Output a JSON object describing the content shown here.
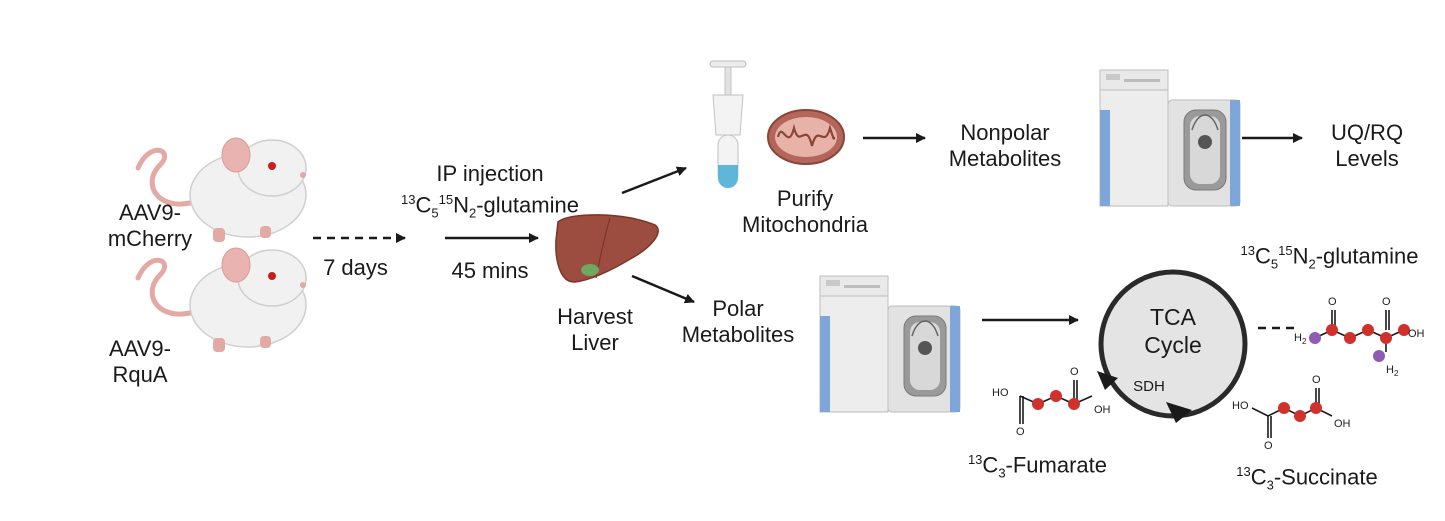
{
  "mice": [
    {
      "line1": "AAV9-",
      "line2": "mCherry"
    },
    {
      "line1": "AAV9-",
      "line2": "RquA"
    }
  ],
  "steps": {
    "wait": "7 days",
    "injection_line1": "IP injection",
    "tracer": {
      "iso1": "13",
      "el1": "C",
      "sub1": "5",
      "iso2": "15",
      "el2": "N",
      "sub2": "2",
      "rest": "-glutamine"
    },
    "duration": "45 mins",
    "harvest_line1": "Harvest",
    "harvest_line2": "Liver",
    "purify_line1": "Purify",
    "purify_line2": "Mitochondria",
    "nonpolar_line1": "Nonpolar",
    "nonpolar_line2": "Metabolites",
    "polar_line1": "Polar",
    "polar_line2": "Metabolites",
    "result_line1": "UQ/RQ",
    "result_line2": "Levels"
  },
  "tca": {
    "line1": "TCA",
    "line2": "Cycle",
    "enzyme": "SDH",
    "glutamine": {
      "iso1": "13",
      "el1": "C",
      "sub1": "5",
      "iso2": "15",
      "el2": "N",
      "sub2": "2",
      "rest": "-glutamine"
    },
    "fumarate": {
      "iso": "13",
      "el": "C",
      "sub": "3",
      "rest": "-Fumarate"
    },
    "succinate": {
      "iso": "13",
      "el": "C",
      "sub": "3",
      "rest": "-Succinate"
    }
  },
  "chem_labels": {
    "o": "O",
    "oh": "OH",
    "ho": "HO",
    "h2": "H",
    "h2_sub": "2"
  },
  "colors": {
    "mouse_body": "#f1f1f1",
    "mouse_tail": "#e3a9a5",
    "mouse_eye": "#c81e1e",
    "liver": "#9c4d3f",
    "mito": "#b5665a",
    "instrument": "#e6e6e6",
    "instrument_accent": "#7fa6d8",
    "carbon_13": "#d0312d",
    "nitrogen_15": "#8f5cb3",
    "oxygen": "#d0312d",
    "tube_liquid": "#5fb6d9",
    "arrow": "#1a1a1a"
  },
  "icons": [
    "mouse-icon",
    "syringe-tube-icon",
    "mitochondrion-icon",
    "liver-icon",
    "mass-spectrometer-icon"
  ]
}
